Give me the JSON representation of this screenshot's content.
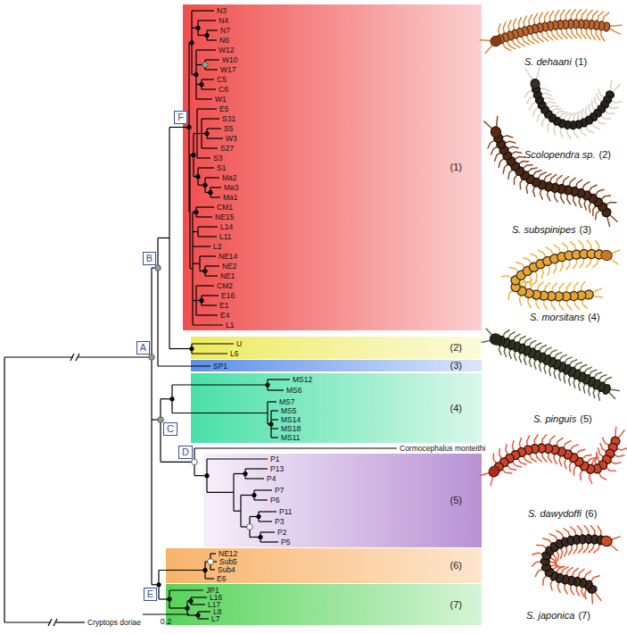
{
  "diagram": {
    "nodes": [
      {
        "text": [
          "F"
        ]
      },
      {
        "text": [
          "(1)"
        ]
      },
      {
        "text": [
          "B"
        ]
      },
      {
        "text": [
          "(2)"
        ]
      },
      {
        "text": [
          "(3)"
        ]
      },
      {
        "text": [
          "A"
        ]
      },
      {
        "text": [
          "C"
        ]
      },
      {
        "text": [
          "(4)"
        ]
      },
      {
        "text": [
          "D"
        ]
      },
      {
        "text": [
          "(5)"
        ]
      },
      {
        "text": [
          "(6)"
        ]
      },
      {
        "text": [
          "E"
        ]
      },
      {
        "text": [
          "(7)"
        ]
      }
    ],
    "labels": [
      "N3",
      "N4",
      "N7",
      "N6",
      "W12",
      "W10",
      "W17",
      "C5",
      "C6",
      "W1",
      "E5",
      "S31",
      "S5",
      "W3",
      "S27",
      "S3",
      "S1",
      "Ma2",
      "Ma3",
      "Ma1",
      "CM1",
      "NE15",
      "L14",
      "L11",
      "L2",
      "NE14",
      "NE2",
      "NE1",
      "CM2",
      "E16",
      "E1",
      "E4",
      "L1",
      "U",
      "L6",
      "SP1",
      "MS12",
      "MS6",
      "MS7",
      "MS5",
      "MS14",
      "MS18",
      "MS11",
      "Cormocephalus monteithi",
      "P1",
      "P13",
      "P4",
      "P7",
      "P6",
      "P11",
      "P3",
      "P2",
      "P5",
      "NE12",
      "Sub5",
      "Sub4",
      "E6",
      "JP1",
      "L16",
      "L17",
      "L8",
      "L7",
      "Cryptops doriae",
      "0.2",
      "S. dehaani",
      "(1)",
      "Scolopendra sp.",
      "(2)",
      "S. subspinipes",
      "(3)",
      "S. morsitans",
      "(4)",
      "S. pinguis",
      "(5)",
      "S. dawydoffi",
      "(6)",
      "S. japonica",
      "(7)"
    ]
  }
}
